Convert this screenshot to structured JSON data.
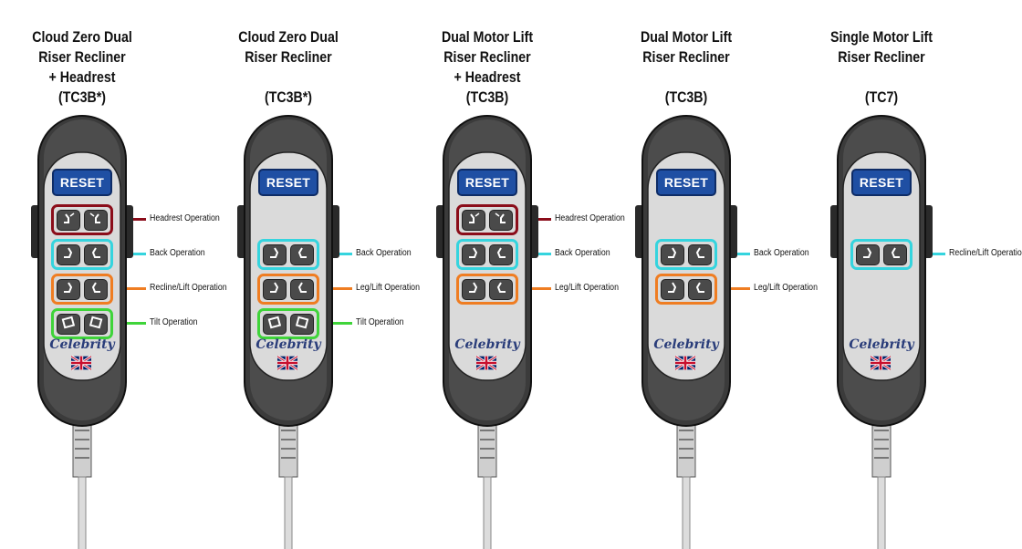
{
  "remotes": [
    {
      "title_lines": [
        "Cloud Zero Dual",
        "Riser Recliner",
        "+ Headrest",
        "(TC3B*)"
      ],
      "reset_label": "RESET",
      "brand": "Celebrity",
      "groups": [
        {
          "color": "#8b0d1a",
          "label": "Headrest Operation"
        },
        {
          "color": "#35d4de",
          "label": "Back Operation"
        },
        {
          "color": "#ef7d22",
          "label": "Recline/Lift Operation"
        },
        {
          "color": "#3fd43a",
          "label": "Tilt Operation"
        }
      ]
    },
    {
      "title_lines": [
        "Cloud Zero Dual",
        "Riser Recliner",
        "",
        "(TC3B*)"
      ],
      "reset_label": "RESET",
      "brand": "Celebrity",
      "groups": [
        {
          "color": "#35d4de",
          "label": "Back Operation"
        },
        {
          "color": "#ef7d22",
          "label": "Leg/Lift Operation"
        },
        {
          "color": "#3fd43a",
          "label": "Tilt Operation"
        }
      ]
    },
    {
      "title_lines": [
        "Dual Motor Lift",
        "Riser Recliner",
        "+ Headrest",
        "(TC3B)"
      ],
      "reset_label": "RESET",
      "brand": "Celebrity",
      "groups": [
        {
          "color": "#8b0d1a",
          "label": "Headrest Operation"
        },
        {
          "color": "#35d4de",
          "label": "Back Operation"
        },
        {
          "color": "#ef7d22",
          "label": "Leg/Lift Operation"
        }
      ]
    },
    {
      "title_lines": [
        "Dual Motor Lift",
        "Riser Recliner",
        "",
        "(TC3B)"
      ],
      "reset_label": "RESET",
      "brand": "Celebrity",
      "groups": [
        {
          "color": "#35d4de",
          "label": "Back Operation"
        },
        {
          "color": "#ef7d22",
          "label": "Leg/Lift Operation"
        }
      ]
    },
    {
      "title_lines": [
        "Single Motor Lift",
        "Riser Recliner",
        "",
        "(TC7)"
      ],
      "reset_label": "RESET",
      "brand": "Celebrity",
      "groups": [
        {
          "color": "#35d4de",
          "label": "Recline/Lift Operation"
        }
      ]
    }
  ]
}
